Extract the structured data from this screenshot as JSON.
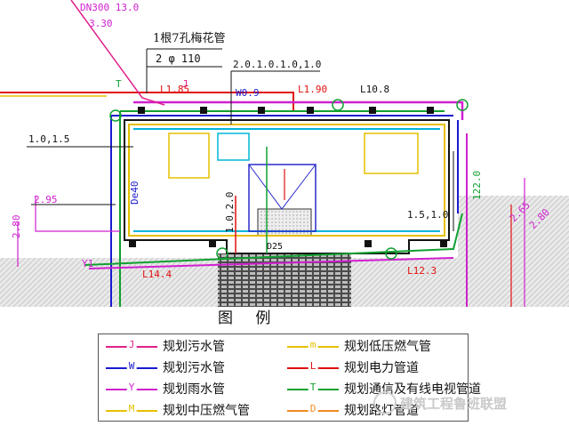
{
  "plan": {
    "labels": {
      "dn300": "DN300 13.0",
      "v330": "3.30",
      "pipe_note": "1根7孔梅花管",
      "pipe_dim": "2 φ 110",
      "offsets": "2.0.1.0.1.0,1.0",
      "left_offsets": "1.0,1.5",
      "l1_85": "L1.85",
      "w0_9": "W0.9",
      "l1_90": "L1.90",
      "l10_8": "L10.8",
      "t": "T",
      "j": "J",
      "v2_95": "2.95",
      "v2_80": "2.80",
      "de40": "De40",
      "v1_0_2_0": "1.0,2.0",
      "v1_5_1_0": "1.5,1.0",
      "v122_0": "122.0",
      "v12_3": "L12.3",
      "v2_65": "2.65",
      "v2_80b": "2.80",
      "y1": "Y1",
      "l14_4": "L14.4",
      "d25": "D25"
    }
  },
  "legend": {
    "title": "图 例",
    "items": [
      {
        "code": "J",
        "label": "规划污水管",
        "color": "#e0208a"
      },
      {
        "code": "m",
        "label": "规划低压燃气管",
        "color": "#e6c000"
      },
      {
        "code": "W",
        "label": "规划污水管",
        "color": "#1a1ad0"
      },
      {
        "code": "L",
        "label": "规划电力管道",
        "color": "#e01010"
      },
      {
        "code": "Y",
        "label": "规划雨水管",
        "color": "#d020d0"
      },
      {
        "code": "T",
        "label": "规划通信及有线电视管道",
        "color": "#10a030"
      },
      {
        "code": "M",
        "label": "规划中压燃气管",
        "color": "#e6c000"
      },
      {
        "code": "D",
        "label": "规划路灯管道",
        "color": "#f08a20"
      }
    ]
  },
  "watermark": "建筑工程鲁班联盟"
}
